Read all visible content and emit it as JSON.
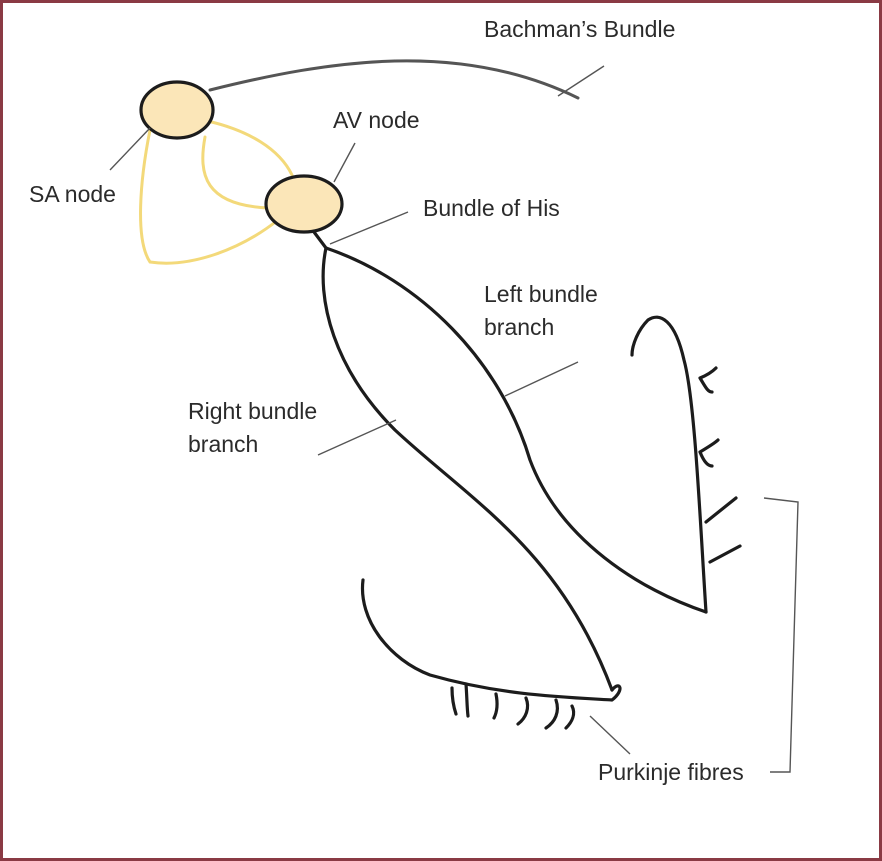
{
  "labels": {
    "bachman": "Bachman’s Bundle",
    "av_node": "AV node",
    "sa_node": "SA node",
    "bundle_his": "Bundle of His",
    "left_bundle_1": "Left bundle",
    "left_bundle_2": "branch",
    "right_bundle_1": "Right bundle",
    "right_bundle_2": "branch",
    "purkinje": "Purkinje fibres"
  },
  "colors": {
    "node_fill": "#fbe6b8",
    "tract": "#f3d97a",
    "border": "#8a3a44"
  }
}
